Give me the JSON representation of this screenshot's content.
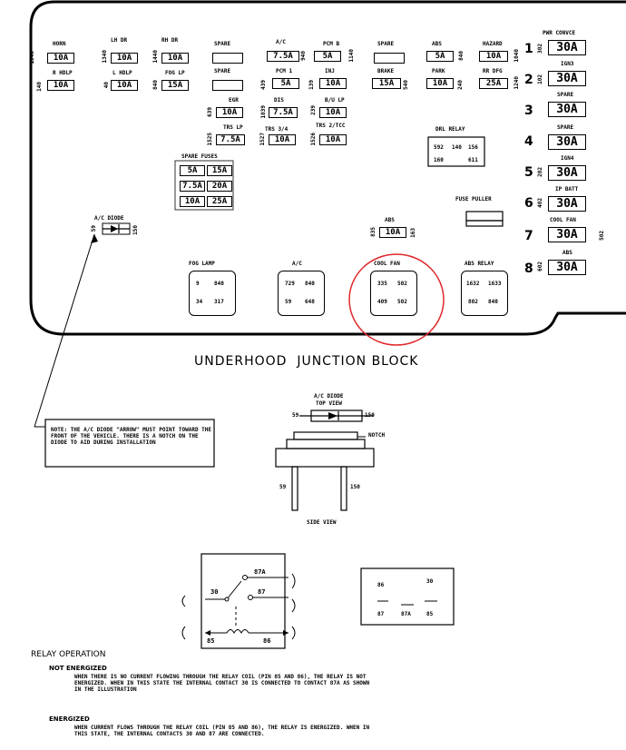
{
  "title": "UNDERHOOD  JUNCTION BLOCK",
  "row1": {
    "horn": "HORN",
    "horn_val": "10A",
    "horn_pin": "1840",
    "lhdr": "LH DR",
    "lhdr_val": "10A",
    "lhdr_pin": "1340",
    "rhdr": "RH DR",
    "rhdr_val": "10A",
    "rhdr_pin": "1440",
    "spare1": "SPARE",
    "ac": "A/C",
    "ac_val": "7.5A",
    "ac_pin": "940",
    "pcmb": "PCM B",
    "pcmb_val": "5A",
    "pcmb_pin": "1140",
    "spare2": "SPARE",
    "abs": "ABS",
    "abs_val": "5A",
    "abs_pin": "840",
    "hazard": "HAZARD",
    "hazard_val": "10A",
    "hazard_pin": "1040"
  },
  "row2": {
    "rhdlp": "R HDLP",
    "rhdlp_val": "10A",
    "rhdlp_pin": "140",
    "lhdlp": "L HDLP",
    "lhdlp_val": "10A",
    "lhdlp_pin": "40",
    "foglp": "FOG LP",
    "foglp_val": "15A",
    "foglp_pin": "840",
    "spare": "SPARE",
    "pcm1": "PCM 1",
    "pcm1_val": "5A",
    "pcm1_pin": "439",
    "inj": "INJ",
    "inj_val": "10A",
    "inj_pin": "139",
    "brake": "BRAKE",
    "brake_val": "15A",
    "brake_pin": "540",
    "park": "PARK",
    "park_val": "10A",
    "park_pin": "240",
    "rrdfg": "RR DFG",
    "rrdfg_val": "25A",
    "rrdfg_pin": "1240"
  },
  "row3": {
    "egr": "EGR",
    "egr_val": "10A",
    "egr_pin": "639",
    "dis": "DIS",
    "dis_val": "7.5A",
    "dis_pin": "1039",
    "bulp": "B/U LP",
    "bulp_val": "10A",
    "bulp_pin": "239",
    "trslp": "TRS LP",
    "trslp_val": "7.5A",
    "trslp_pin": "1525",
    "trs34": "TRS 3/4",
    "trs34_val": "10A",
    "trs34_pin": "1527",
    "trs2": "TRS 2/TCC",
    "trs2_val": "10A",
    "trs2_pin": "1526"
  },
  "spare_fuses": {
    "label": "SPARE FUSES",
    "values": [
      "5A",
      "15A",
      "7.5A",
      "20A",
      "10A",
      "25A"
    ]
  },
  "drl": {
    "label": "DRL RELAY",
    "pins": [
      "592",
      "140",
      "156",
      "160",
      "611"
    ]
  },
  "fuse_puller": "FUSE PULLER",
  "abs_small": {
    "label": "ABS",
    "val": "10A",
    "pin_l": "835",
    "pin_r": "163"
  },
  "ac_diode": {
    "label": "A/C DIODE",
    "pin_l": "59",
    "pin_r": "150"
  },
  "relays": [
    {
      "label": "FOG LAMP",
      "pins": [
        "9",
        "840",
        "34",
        "317"
      ]
    },
    {
      "label": "A/C",
      "pins": [
        "729",
        "840",
        "59",
        "648"
      ]
    },
    {
      "label": "COOL FAN",
      "pins": [
        "335",
        "502",
        "409",
        "502"
      ]
    },
    {
      "label": "ABS RELAY",
      "pins": [
        "1632",
        "1633",
        "802",
        "840"
      ]
    }
  ],
  "big_fuses": [
    {
      "num": "1",
      "label": "PWR CONVCE",
      "val": "30A",
      "pin": "302"
    },
    {
      "num": "2",
      "label": "IGN3",
      "val": "30A",
      "pin": "102"
    },
    {
      "num": "3",
      "label": "SPARE",
      "val": "30A",
      "pin": ""
    },
    {
      "num": "4",
      "label": "SPARE",
      "val": "30A",
      "pin": ""
    },
    {
      "num": "5",
      "label": "IGN4",
      "val": "30A",
      "pin": "202"
    },
    {
      "num": "6",
      "label": "IP BATT",
      "val": "30A",
      "pin": "402"
    },
    {
      "num": "7",
      "label": "COOL FAN",
      "val": "30A",
      "pin": "502"
    },
    {
      "num": "8",
      "label": "ABS",
      "val": "30A",
      "pin": "602"
    }
  ],
  "diode_note": "NOTE: THE A/C DIODE \"ARROW\" MUST POINT TOWARD THE FRONT OF THE VEHICLE. THERE IS A NOTCH ON THE DIODE TO AID DURING INSTALLATION",
  "diode_top": {
    "title": "A/C DIODE",
    "sub": "TOP VIEW",
    "pin_l": "59",
    "pin_r": "150",
    "notch": "NOTCH",
    "side_l": "59",
    "side_r": "150",
    "side_view": "SIDE VIEW"
  },
  "relay_schematic": {
    "p30": "30",
    "p87a": "87A",
    "p87": "87",
    "p85": "85",
    "p86": "86"
  },
  "relay_pins": {
    "p86": "86",
    "p30": "30",
    "p87": "87",
    "p87a": "87A",
    "p85": "85"
  },
  "relay_op": {
    "title": "RELAY OPERATION",
    "ne_title": "NOT ENERGIZED",
    "ne_text": "WHEN THERE IS NO CURRENT FLOWING THROUGH THE RELAY COIL (PIN 85 AND 86), THE RELAY IS NOT ENERGIZED.  WHEN IN THIS STATE THE INTERNAL CONTACT     30 IS CONNECTED TO CONTACT 87A AS SHOWN IN THE ILLUSTRATION",
    "e_title": "ENERGIZED",
    "e_text": "WHEN CURRENT FLOWS THROUGH THE RELAY COIL (PIN 85 AND 86), THE RELAY IS ENERGIZED.  WHEN IN THIS STATE, THE INTERNAL CONTACTS 30 AND 87 ARE CONNECTED."
  }
}
